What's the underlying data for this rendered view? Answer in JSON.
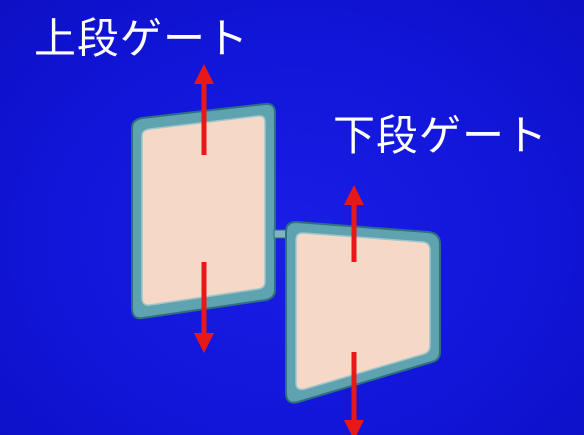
{
  "labels": {
    "upper_gate": "上段ゲート",
    "lower_gate": "下段ゲート"
  },
  "colors": {
    "background": "#1216d9",
    "gate_fill": "#f6d8c6",
    "gate_frame": "#5fa2b0",
    "gate_frame_dark": "#2f6f7f",
    "arrow": "#e81818",
    "label_text": "#ffffff"
  },
  "icons": {
    "gate_motion": "double-headed-vertical-arrow"
  }
}
